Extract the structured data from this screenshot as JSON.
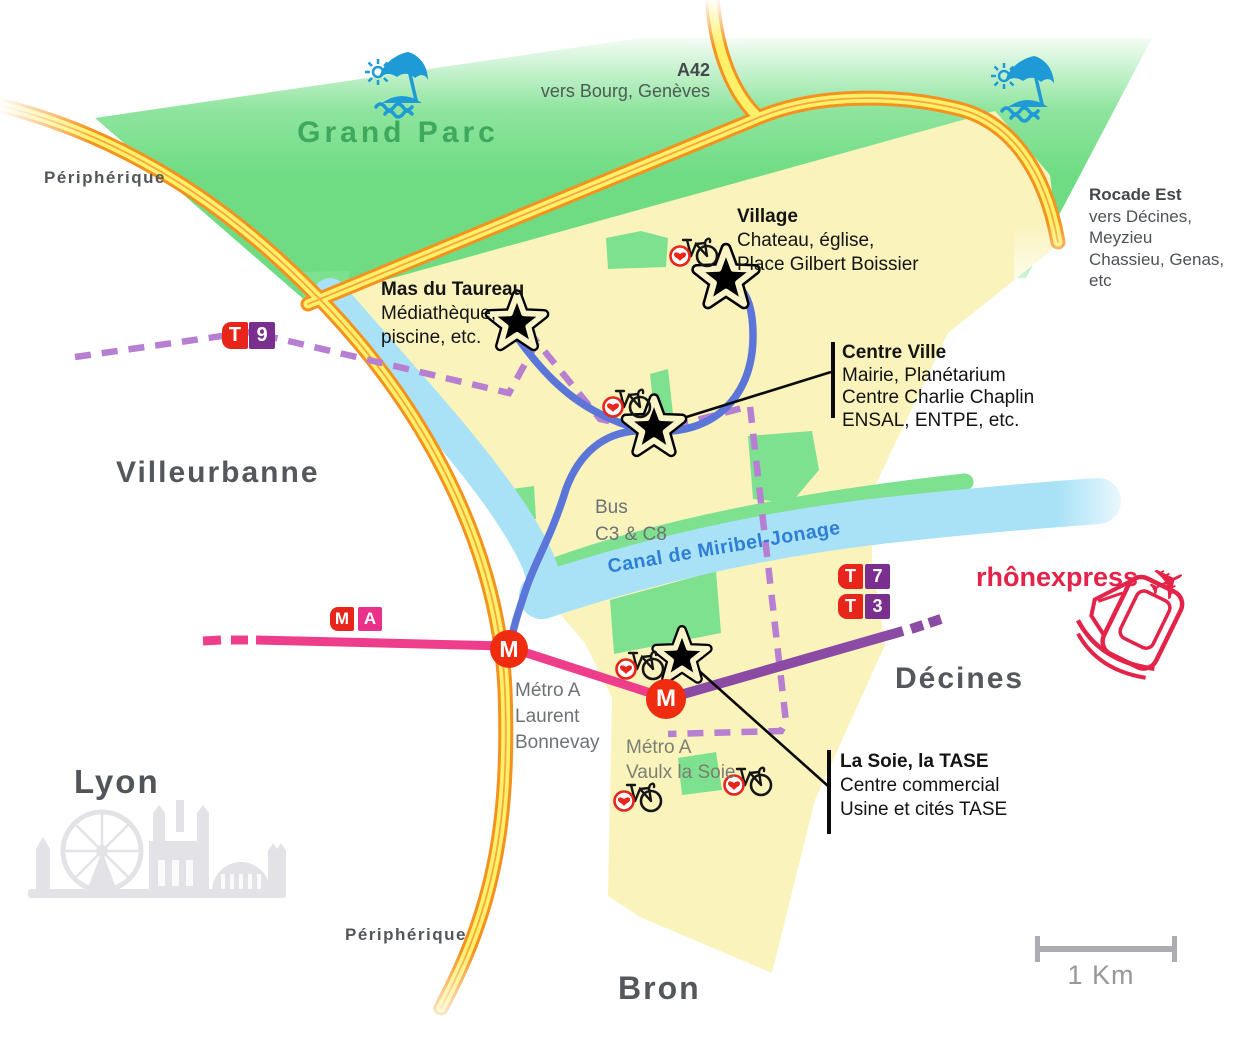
{
  "park": {
    "title": "Grand Parc"
  },
  "labels": {
    "peripherique_nw": "Périphérique",
    "peripherique_s": "Périphérique",
    "villeurbanne": "Villeurbanne",
    "lyon": "Lyon",
    "decines": "Décines",
    "bron": "Bron"
  },
  "a42": {
    "name": "A42",
    "direction": "vers Bourg, Genèves"
  },
  "rocade": {
    "name": "Rocade Est",
    "lines": [
      "vers Décines,",
      "Meyzieu",
      "Chassieu, Genas,",
      "etc"
    ]
  },
  "pois": {
    "mas": {
      "title": "Mas du Taureau",
      "lines": [
        "Médiathèque,",
        "piscine, etc."
      ]
    },
    "village": {
      "title": "Village",
      "lines": [
        "Chateau, église,",
        "Place Gilbert Boissier"
      ]
    },
    "centre": {
      "title": "Centre Ville",
      "lines": [
        "Mairie, Planétarium",
        "Centre Charlie Chaplin",
        "ENSAL, ENTPE, etc."
      ]
    },
    "soie": {
      "title": "La Soie, la TASE",
      "lines": [
        "Centre commercial",
        "Usine et cités TASE"
      ]
    }
  },
  "transit": {
    "t9": {
      "t": "T",
      "n": "9"
    },
    "t7": {
      "t": "T",
      "n": "7"
    },
    "t3": {
      "t": "T",
      "n": "3"
    },
    "ma": {
      "m": "M",
      "a": "A"
    },
    "m_station_1": "M",
    "m_station_2": "M",
    "bus": {
      "line1": "Bus",
      "line2": "C3 & C8"
    },
    "station_laurent_bonnevay": {
      "lines": [
        "Métro A",
        "Laurent",
        "Bonnevay"
      ]
    },
    "station_vaulx_la_soie": {
      "lines": [
        "Métro A",
        "Vaulx la Soie"
      ]
    },
    "rhonexpress": "rhônexpress"
  },
  "canal": {
    "name": "Canal de Miribel-Jonage"
  },
  "scale": {
    "label": "1 Km"
  },
  "colors": {
    "accent_red": "#E8251B",
    "metro_pink": "#E9318A",
    "metro_line_pink": "#EE3D8B",
    "tram_purple": "#8B4BA5",
    "t9_lavender": "#B77FD1",
    "bus_blue": "#5B76D8",
    "road_orange": "#F5921F",
    "road_yellow": "#FFF06A",
    "park_green": "#6FDC84",
    "patch_green": "#7DE18F",
    "area_yellow": "#FAF3BC",
    "canal_blue": "#A9E2F6",
    "canal_text_blue": "#2E7ED6",
    "rhonexpress_red": "#E42348",
    "city_gray": "#54585C",
    "scale_gray": "#ACACB2"
  }
}
